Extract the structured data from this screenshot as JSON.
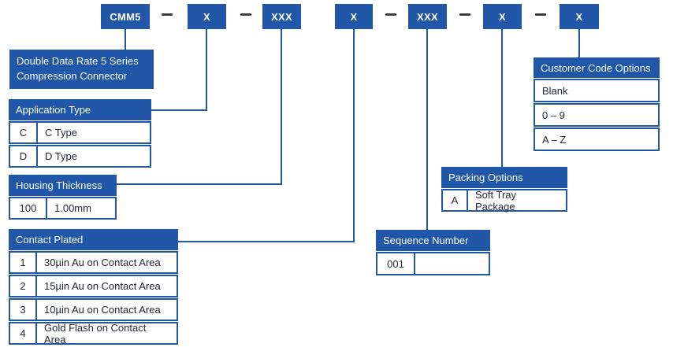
{
  "colors": {
    "primary_blue": "#2057a8",
    "dash_dark": "#3d3d3d",
    "text_dark": "#232733",
    "background": "#ffffff"
  },
  "part_code": {
    "separator": "-",
    "segments": [
      "CMM5",
      "X",
      "XXX",
      "X",
      "XXX",
      "X",
      "X"
    ]
  },
  "series_box": {
    "line1": "Double Data Rate 5 Series",
    "line2": "Compression Connector"
  },
  "tables": {
    "application_type": {
      "title": "Application Type",
      "rows": [
        {
          "code": "C",
          "desc": "C Type"
        },
        {
          "code": "D",
          "desc": "D Type"
        }
      ]
    },
    "housing_thickness": {
      "title": "Housing Thickness",
      "rows": [
        {
          "code": "100",
          "desc": "1.00mm"
        }
      ]
    },
    "contact_plated": {
      "title": "Contact Plated",
      "rows": [
        {
          "code": "1",
          "desc": "30µin Au on Contact Area"
        },
        {
          "code": "2",
          "desc": "15µin Au on Contact Area"
        },
        {
          "code": "3",
          "desc": "10µin Au on Contact Area"
        },
        {
          "code": "4",
          "desc": "Gold Flash on Contact Area"
        }
      ]
    },
    "sequence_number": {
      "title": "Sequence Number",
      "rows": [
        {
          "code": "001",
          "desc": ""
        }
      ]
    },
    "packing_options": {
      "title": "Packing Options",
      "rows": [
        {
          "code": "A",
          "desc": "Soft Tray Package"
        }
      ]
    },
    "customer_code_options": {
      "title": "Customer Code Options",
      "options": [
        "Blank",
        "0 – 9",
        "A – Z"
      ]
    }
  }
}
